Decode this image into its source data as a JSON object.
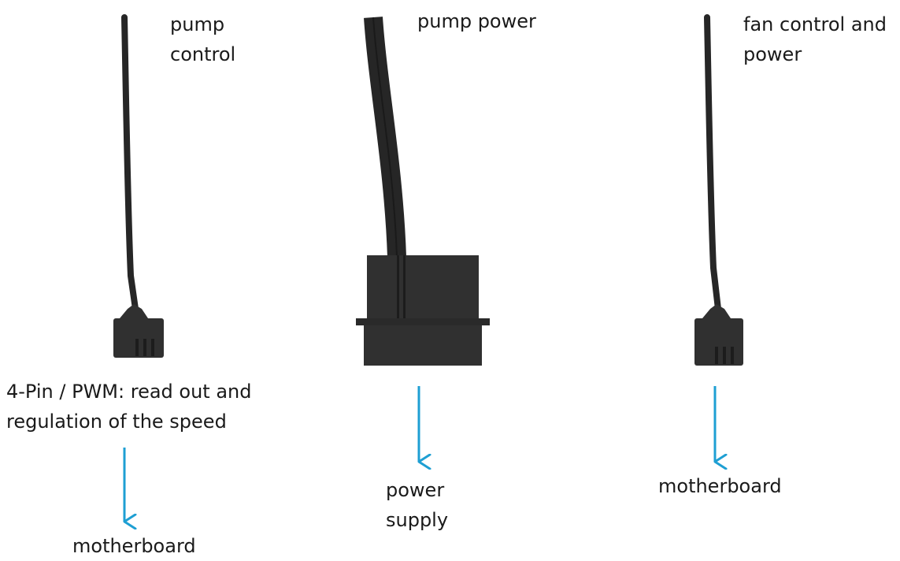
{
  "colors": {
    "background": "#ffffff",
    "text": "#1a1a1a",
    "cable": "#262626",
    "connector": "#303030",
    "connector_detail": "#1c1c1c",
    "arrow": "#1e9fd3"
  },
  "cables": [
    {
      "id": "pump-control",
      "label_lines": [
        "pump",
        "control"
      ],
      "connector": "4-pin-fan-connector",
      "description_lines": [
        "4-Pin / PWM: read out and",
        "regulation of the speed"
      ],
      "target_lines": [
        "motherboard"
      ]
    },
    {
      "id": "pump-power",
      "label_lines": [
        "pump power"
      ],
      "connector": "molex-connector",
      "target_lines": [
        "power",
        "supply"
      ]
    },
    {
      "id": "fan-control-power",
      "label_lines": [
        "fan control and",
        "power"
      ],
      "connector": "4-pin-fan-connector",
      "target_lines": [
        "motherboard"
      ]
    }
  ]
}
